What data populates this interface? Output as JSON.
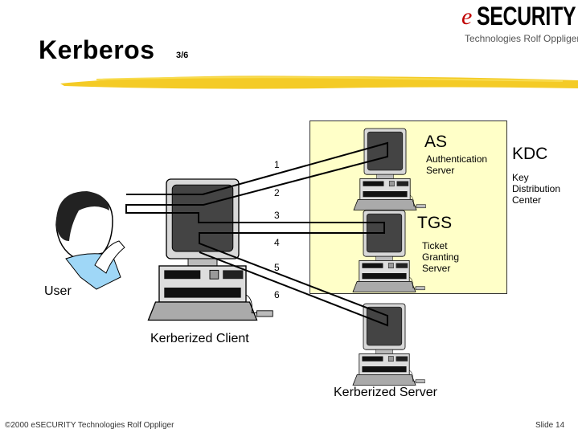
{
  "header": {
    "title": "Kerberos",
    "pager": "3/6",
    "logo": {
      "e": "e",
      "brand": "SECURITY",
      "subtitle": "Technologies Rolf Oppliger"
    }
  },
  "diagram": {
    "kdc": {
      "title": "KDC",
      "subtitle": "Key\nDistribution\nCenter"
    },
    "as": {
      "title": "AS",
      "subtitle": "Authentication\nServer"
    },
    "tgs": {
      "title": "TGS",
      "subtitle": "Ticket\nGranting\nServer"
    },
    "user_label": "User",
    "client_label": "Kerberized Client",
    "server_label": "Kerberized Server",
    "steps": [
      "1",
      "2",
      "3",
      "4",
      "5",
      "6"
    ]
  },
  "footer": {
    "copyright": "©2000 eSECURITY Technologies Rolf Oppliger",
    "slide": "Slide 14"
  },
  "colors": {
    "kdc_fill": "#ffffc8",
    "accent": "#f2c200",
    "logo_e": "#c00000"
  }
}
